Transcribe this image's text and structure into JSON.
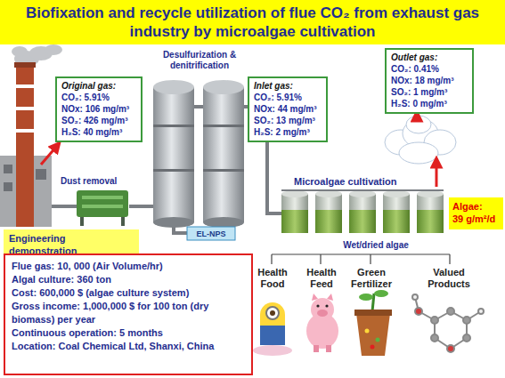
{
  "diagram": {
    "title": "Biofixation and recycle utilization of flue CO₂ from exhaust gas industry by microalgae cultivation",
    "nodes": [
      {
        "text": [
          "Original gas:",
          "CO₂: 5.91%",
          "NOx: 106 mg/m³",
          "SO₂: 426 mg/m³",
          "H₂S: 40 mg/m³"
        ]
      },
      {
        "text": [
          "Inlet gas:",
          "CO₂: 5.91%",
          "NOx: 44 mg/m³",
          "SO₂: 13 mg/m³",
          "H₂S: 2 mg/m³"
        ]
      },
      {
        "text": [
          "Outlet gas:",
          "CO₂: 0.41%",
          "NOx: 18 mg/m³",
          "SO₂: 1 mg/m³",
          "H₂S: 0 mg/m³"
        ]
      },
      {
        "text": [
          "Algae:",
          "39 g/m²/d"
        ]
      },
      {
        "text": [
          "Engineering demonstration"
        ]
      },
      {
        "text": [
          "Flue gas: 10, 000 (Air Volume/hr)",
          "Algal culture: 360 ton",
          "Cost: 600,000 $ (algae culture system)",
          "Gross income: 1,000,000 $ for 100 ton (dry biomass) per year",
          "Continuous operation: 5 months",
          "Location: Coal Chemical Ltd, Shanxi, China"
        ]
      }
    ],
    "labels": [
      "Dust removal",
      "Desulfurization & denitrification",
      "EL-NPS",
      "Microalgae cultivation",
      "Wet/dried algae",
      "Health Food",
      "Health Feed",
      "Green Fertilizer",
      "Valued Products"
    ]
  }
}
